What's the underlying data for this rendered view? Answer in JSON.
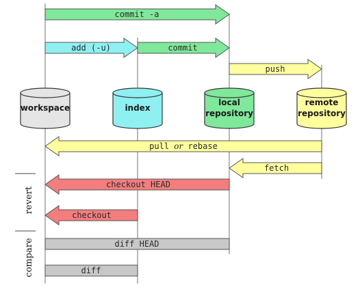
{
  "repos": {
    "workspace": "workspace",
    "index": "index",
    "local_line1": "local",
    "local_line2": "repository",
    "remote_line1": "remote",
    "remote_line2": "repository"
  },
  "arrows": {
    "commit_a": "commit -a",
    "add_u": "add (-u)",
    "commit": "commit",
    "push": "push",
    "pull_part1": "pull ",
    "pull_or": "or",
    "pull_part2": " rebase",
    "fetch": "fetch",
    "checkout_head": "checkout HEAD",
    "checkout": "checkout",
    "diff_head": "diff HEAD",
    "diff": "diff"
  },
  "sections": {
    "revert": "revert",
    "compare": "compare"
  },
  "colors": {
    "green": "#7fe89a",
    "cyan": "#8ff0f2",
    "yellow": "#ffff9e",
    "red": "#f47d7d",
    "gray": "#c8c8c8",
    "workspace_fill": "#e5e5e5",
    "index_fill": "#8ff0f2",
    "local_fill": "#7fe89a",
    "remote_fill": "#ffff9e"
  }
}
